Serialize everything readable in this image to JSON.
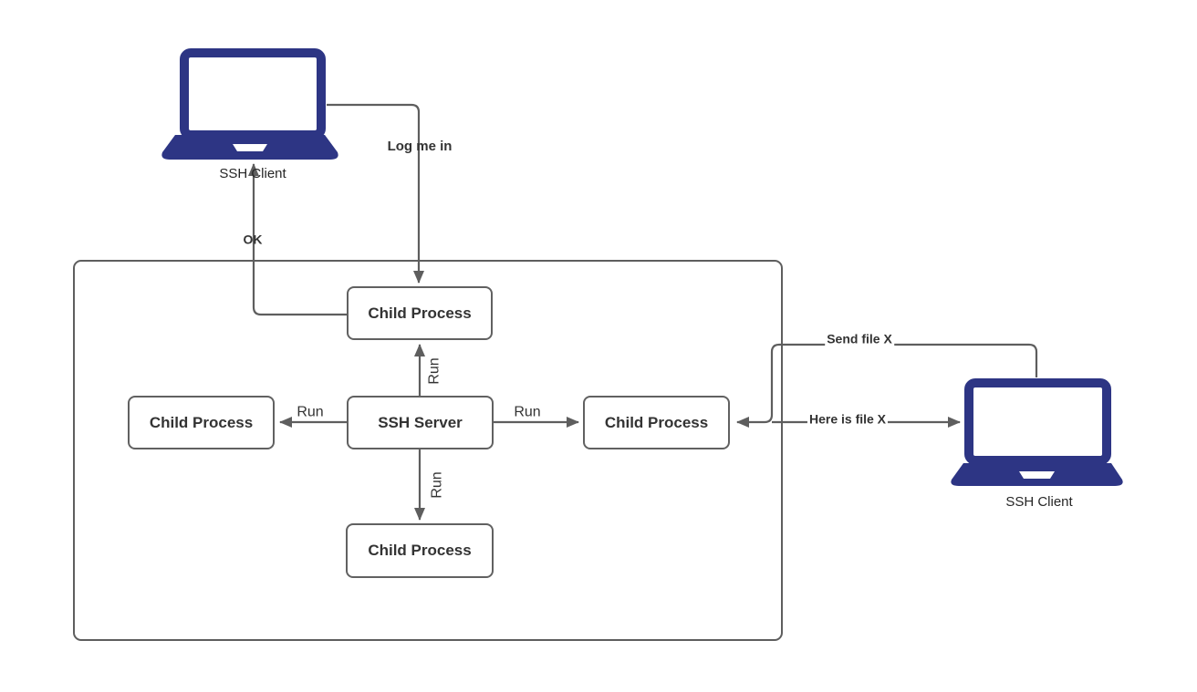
{
  "colors": {
    "line": "#5e5e5e",
    "box_border": "#616161",
    "laptop_fill": "#2d3584",
    "label_text": "#333333"
  },
  "nodes": {
    "client_left": "SSH Client",
    "client_right": "SSH Client",
    "child_top": "Child Process",
    "child_left": "Child Process",
    "server": "SSH Server",
    "child_right": "Child Process",
    "child_bottom": "Child Process"
  },
  "edges": {
    "log_me_in": "Log me in",
    "ok": "OK",
    "run_up": "Run",
    "run_left": "Run",
    "run_right": "Run",
    "run_down": "Run",
    "send_file": "Send file X",
    "here_is_file": "Here is file X"
  }
}
